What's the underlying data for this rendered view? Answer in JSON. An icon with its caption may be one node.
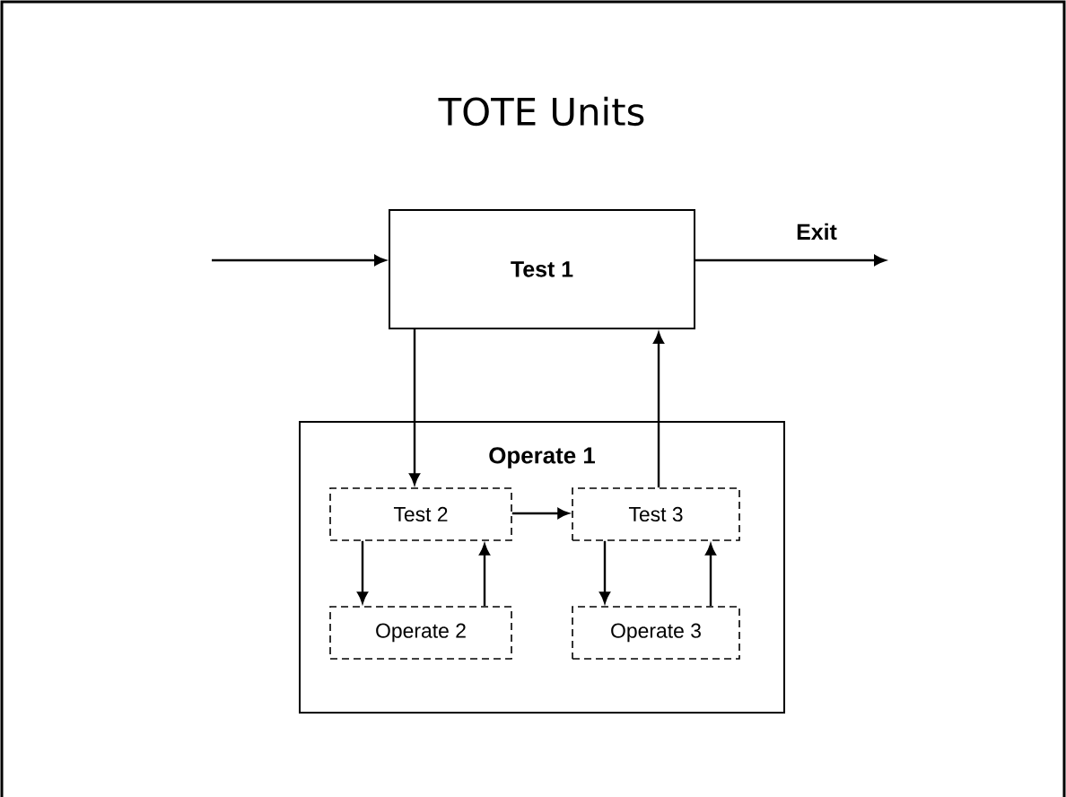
{
  "diagram": {
    "title": "TOTE Units",
    "nodes": [
      {
        "text": [
          "Test 1"
        ]
      },
      {
        "text": [
          "Operate 1"
        ]
      },
      {
        "text": [
          "Test 2"
        ],
        "in": 1
      },
      {
        "text": [
          "Test 3"
        ],
        "in": 1
      },
      {
        "text": [
          "Operate 2"
        ],
        "in": 1
      },
      {
        "text": [
          "Operate 3"
        ],
        "in": 1
      }
    ],
    "edges": [
      {
        "from": null,
        "to": 0,
        "arrow": "to"
      },
      {
        "from": 0,
        "to": null,
        "arrow": "to",
        "label": "Exit"
      },
      {
        "from": 0,
        "to": 2,
        "arrow": "to"
      },
      {
        "from": 3,
        "to": 0,
        "arrow": "to"
      },
      {
        "from": 2,
        "to": 3,
        "arrow": "to"
      },
      {
        "from": 2,
        "to": 4,
        "arrow": "to"
      },
      {
        "from": 4,
        "to": 2,
        "arrow": "to"
      },
      {
        "from": 3,
        "to": 5,
        "arrow": "to"
      },
      {
        "from": 5,
        "to": 3,
        "arrow": "to"
      }
    ]
  }
}
